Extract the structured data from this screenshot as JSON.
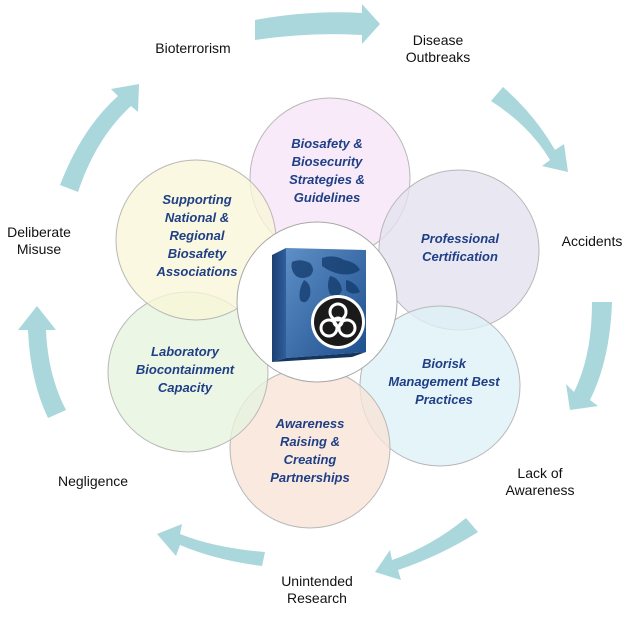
{
  "outer_labels": {
    "bioterrorism": "Bioterrorism",
    "disease_outbreaks": "Disease\nOutbreaks",
    "accidents": "Accidents",
    "lack_of_awareness": "Lack of\nAwareness",
    "unintended_research": "Unintended\nResearch",
    "negligence": "Negligence",
    "deliberate_misuse": "Deliberate\nMisuse"
  },
  "petals": [
    {
      "id": "biosafety",
      "lines": [
        "Biosafety &",
        "Biosecurity",
        "Strategies &",
        "Guidelines"
      ],
      "fill": "#f6e4f6"
    },
    {
      "id": "certification",
      "lines": [
        "Professional",
        "Certification"
      ],
      "fill": "#e3e1ee"
    },
    {
      "id": "biorisk",
      "lines": [
        "Biorisk",
        "Management Best",
        "Practices"
      ],
      "fill": "#dcf1f6"
    },
    {
      "id": "awareness",
      "lines": [
        "Awareness",
        "Raising &",
        "Creating",
        "Partnerships"
      ],
      "fill": "#f8e3d6"
    },
    {
      "id": "laboratory",
      "lines": [
        "Laboratory",
        "Biocontainment",
        "Capacity"
      ],
      "fill": "#e6f4de"
    },
    {
      "id": "associations",
      "lines": [
        "Supporting",
        "National &",
        "Regional",
        "Biosafety",
        "Associations"
      ],
      "fill": "#f8f6d9"
    }
  ],
  "colors": {
    "arrow": "#a9d7dc",
    "petal_text": "#1f3f86",
    "petal_stroke": "#b8b8b8",
    "center_fill": "#ffffff"
  },
  "center_icon": "biohazard-globe-icon"
}
